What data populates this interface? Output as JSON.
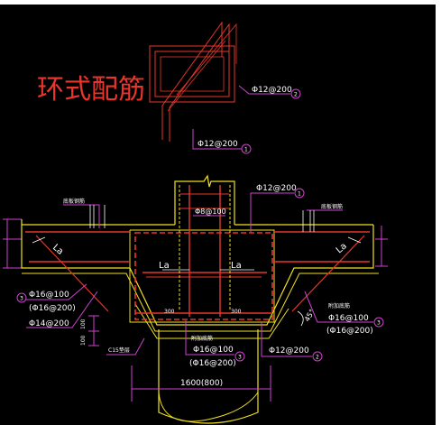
{
  "title": "环式配筋",
  "top_detail": {
    "rebar_label_2": "Φ12@200",
    "circle_2": "2",
    "rebar_label_1": "Φ12@200",
    "circle_1": "1"
  },
  "section": {
    "label_top_left": "底板钢筋",
    "label_top_right": "底板钢筋",
    "label_center_top": "Φ8@100",
    "label_right_top": "Φ12@200",
    "circle_right_top": "1",
    "la_left_outer": "La",
    "la_left_inner": "La",
    "la_right_inner": "La",
    "la_right_outer": "La",
    "dim_300_left": "300",
    "dim_300_right": "300",
    "circle_left": "3",
    "left_rebar_1": "Φ16@100",
    "left_rebar_2": "(Φ16@200)",
    "left_rebar_3": "Φ14@200",
    "dim_100_a": "100",
    "dim_100_b": "100",
    "c15_label": "C15垫层",
    "right_note": "附加底筋",
    "right_rebar_1": "Φ16@100",
    "right_rebar_2": "(Φ16@200)",
    "circle_right": "3",
    "angle": "45°",
    "center_note": "附加底筋",
    "center_rebar_1": "Φ16@100",
    "center_rebar_2": "(Φ16@200)",
    "circle_center": "3",
    "bottom_right_rebar": "Φ12@200",
    "circle_bottom_right": "2",
    "width_dim": "1600(800)"
  },
  "colors": {
    "background": "#000000",
    "rebar_red": "#e8362d",
    "outline_yellow": "#f0e020",
    "leader_magenta": "#d040d0",
    "dim_white": "#ffffff"
  }
}
